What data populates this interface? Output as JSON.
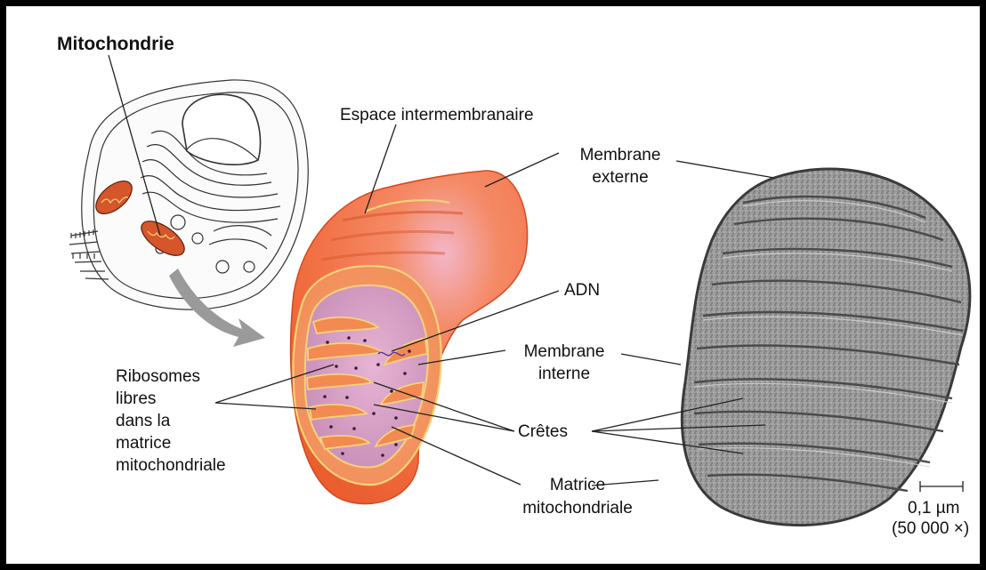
{
  "figure": {
    "cell_label": "Mitochondrie",
    "labels": {
      "espace": "Espace intermembranaire",
      "membrane_externe_1": "Membrane",
      "membrane_externe_2": "externe",
      "adn": "ADN",
      "membrane_interne_1": "Membrane",
      "membrane_interne_2": "interne",
      "cretes": "Crêtes",
      "matrice_1": "Matrice",
      "matrice_2": "mitochondriale",
      "ribosomes_1": "Ribosomes",
      "ribosomes_2": "libres",
      "ribosomes_3": "dans la",
      "ribosomes_4": "matrice",
      "ribosomes_5": "mitochondriale"
    },
    "scale": {
      "length": "0,1 µm",
      "magnification": "(50 000 ×)"
    }
  },
  "colors": {
    "mito_outer": "#f06a3c",
    "mito_light": "#f7a27a",
    "mito_highlight": "#f3b6c8",
    "matrix": "#c98fb8",
    "membrane_line": "#f5d27a",
    "micrograph": "#8a8a8a"
  }
}
